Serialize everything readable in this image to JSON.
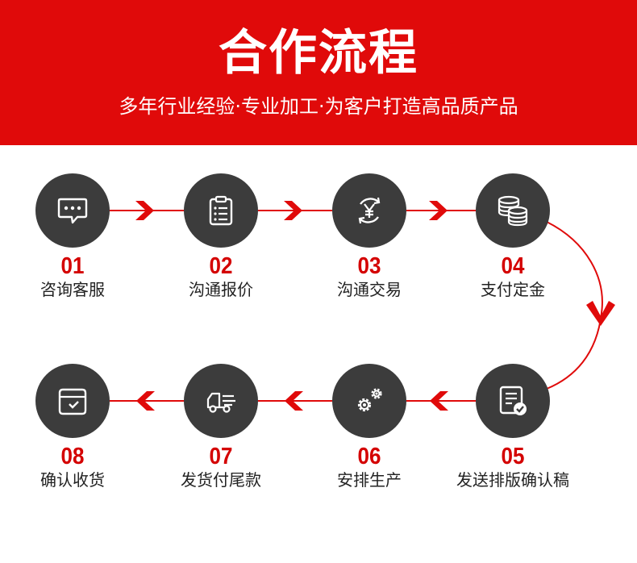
{
  "header": {
    "title": "合作流程",
    "subtitle": "多年行业经验·专业加工·为客户打造高品质产品"
  },
  "colors": {
    "accent": "#e00a0a",
    "circle": "#3c3c3c",
    "number": "#d40000"
  },
  "steps": [
    {
      "number": "01",
      "label": "咨询客服",
      "icon": "chat-bubble-icon"
    },
    {
      "number": "02",
      "label": "沟通报价",
      "icon": "clipboard-icon"
    },
    {
      "number": "03",
      "label": "沟通交易",
      "icon": "yen-exchange-icon"
    },
    {
      "number": "04",
      "label": "支付定金",
      "icon": "coins-icon"
    },
    {
      "number": "05",
      "label": "发送排版确认稿",
      "icon": "document-check-icon"
    },
    {
      "number": "06",
      "label": "安排生产",
      "icon": "gears-icon"
    },
    {
      "number": "07",
      "label": "发货付尾款",
      "icon": "delivery-truck-icon"
    },
    {
      "number": "08",
      "label": "确认收货",
      "icon": "box-check-icon"
    }
  ]
}
